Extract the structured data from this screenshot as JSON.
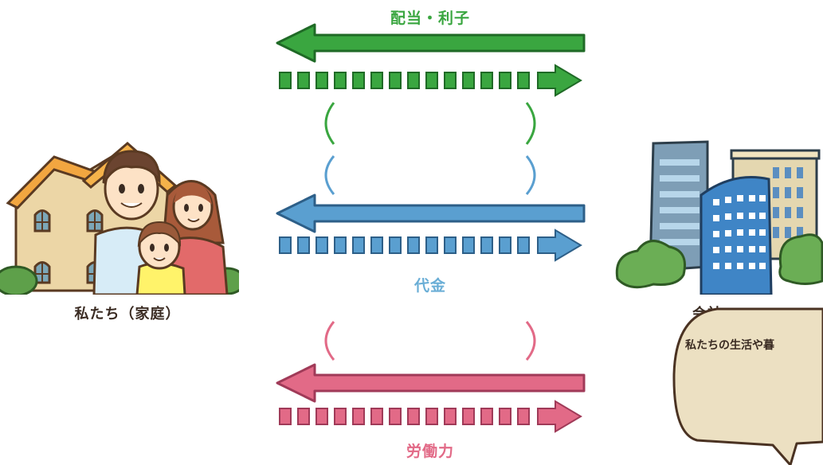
{
  "flows": {
    "dividends": {
      "label": "配当・利子",
      "color": "#3aa640",
      "dark": "#1f7a2a"
    },
    "payment": {
      "label": "代金",
      "color": "#5a9fd0",
      "dark": "#2d6fa0"
    },
    "labor": {
      "label": "労働力",
      "color": "#e26a87",
      "dark": "#b03c5b"
    }
  },
  "household": {
    "caption": "私たち（家庭）"
  },
  "company": {
    "caption": "会社"
  },
  "speech_bubble": {
    "text": "私たちの生活や暮"
  }
}
